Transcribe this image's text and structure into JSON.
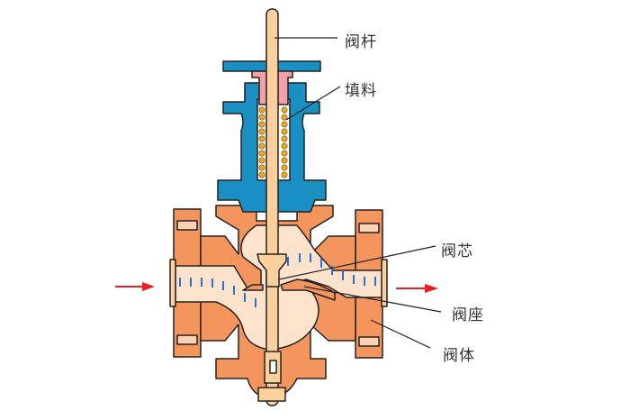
{
  "labels": {
    "stem": "阀杆",
    "packing": "填料",
    "plug": "阀芯",
    "seat": "阀座",
    "body": "阀体"
  },
  "colors": {
    "bonnet": "#1a8fc4",
    "body": "#f5955e",
    "cavity": "#fde3cc",
    "stem": "#fcd09c",
    "gland": "#f5a0a8",
    "packing": "#e6a82a",
    "flow_marks": "#2a6fd6",
    "arrow": "#e82020"
  }
}
